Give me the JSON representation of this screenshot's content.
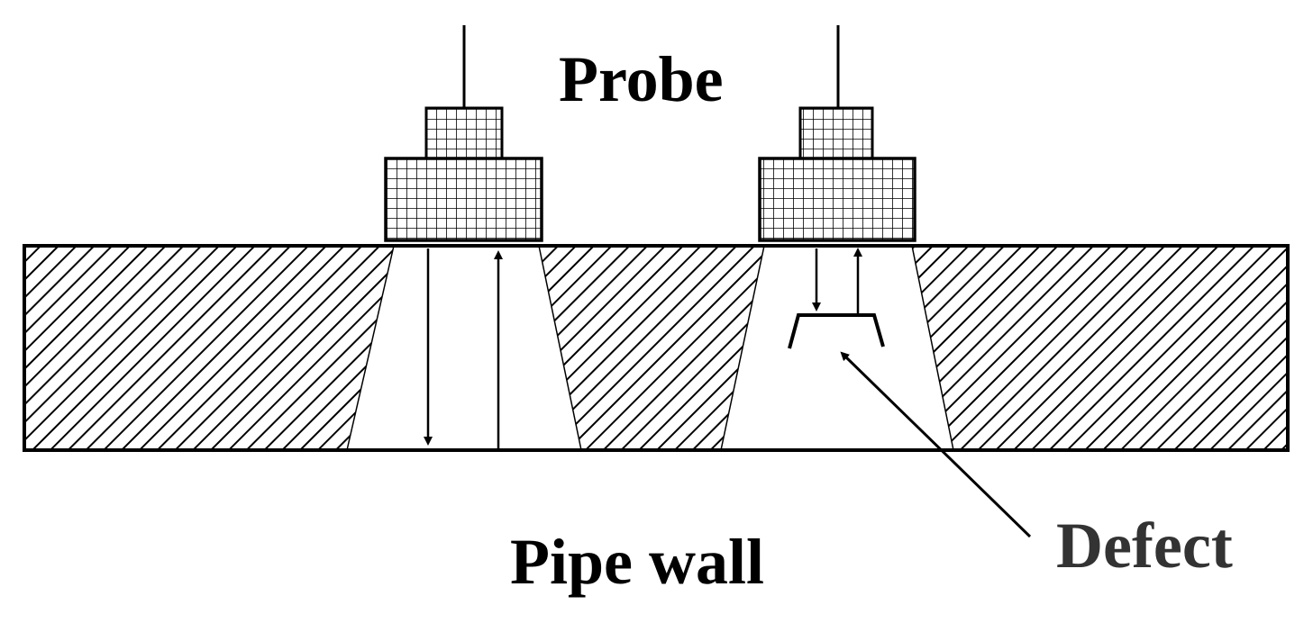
{
  "labels": {
    "probe": "Probe",
    "pipe_wall": "Pipe wall",
    "defect": "Defect"
  },
  "colors": {
    "ink": "#000000",
    "defect_label": "#333333",
    "background": "#ffffff"
  }
}
